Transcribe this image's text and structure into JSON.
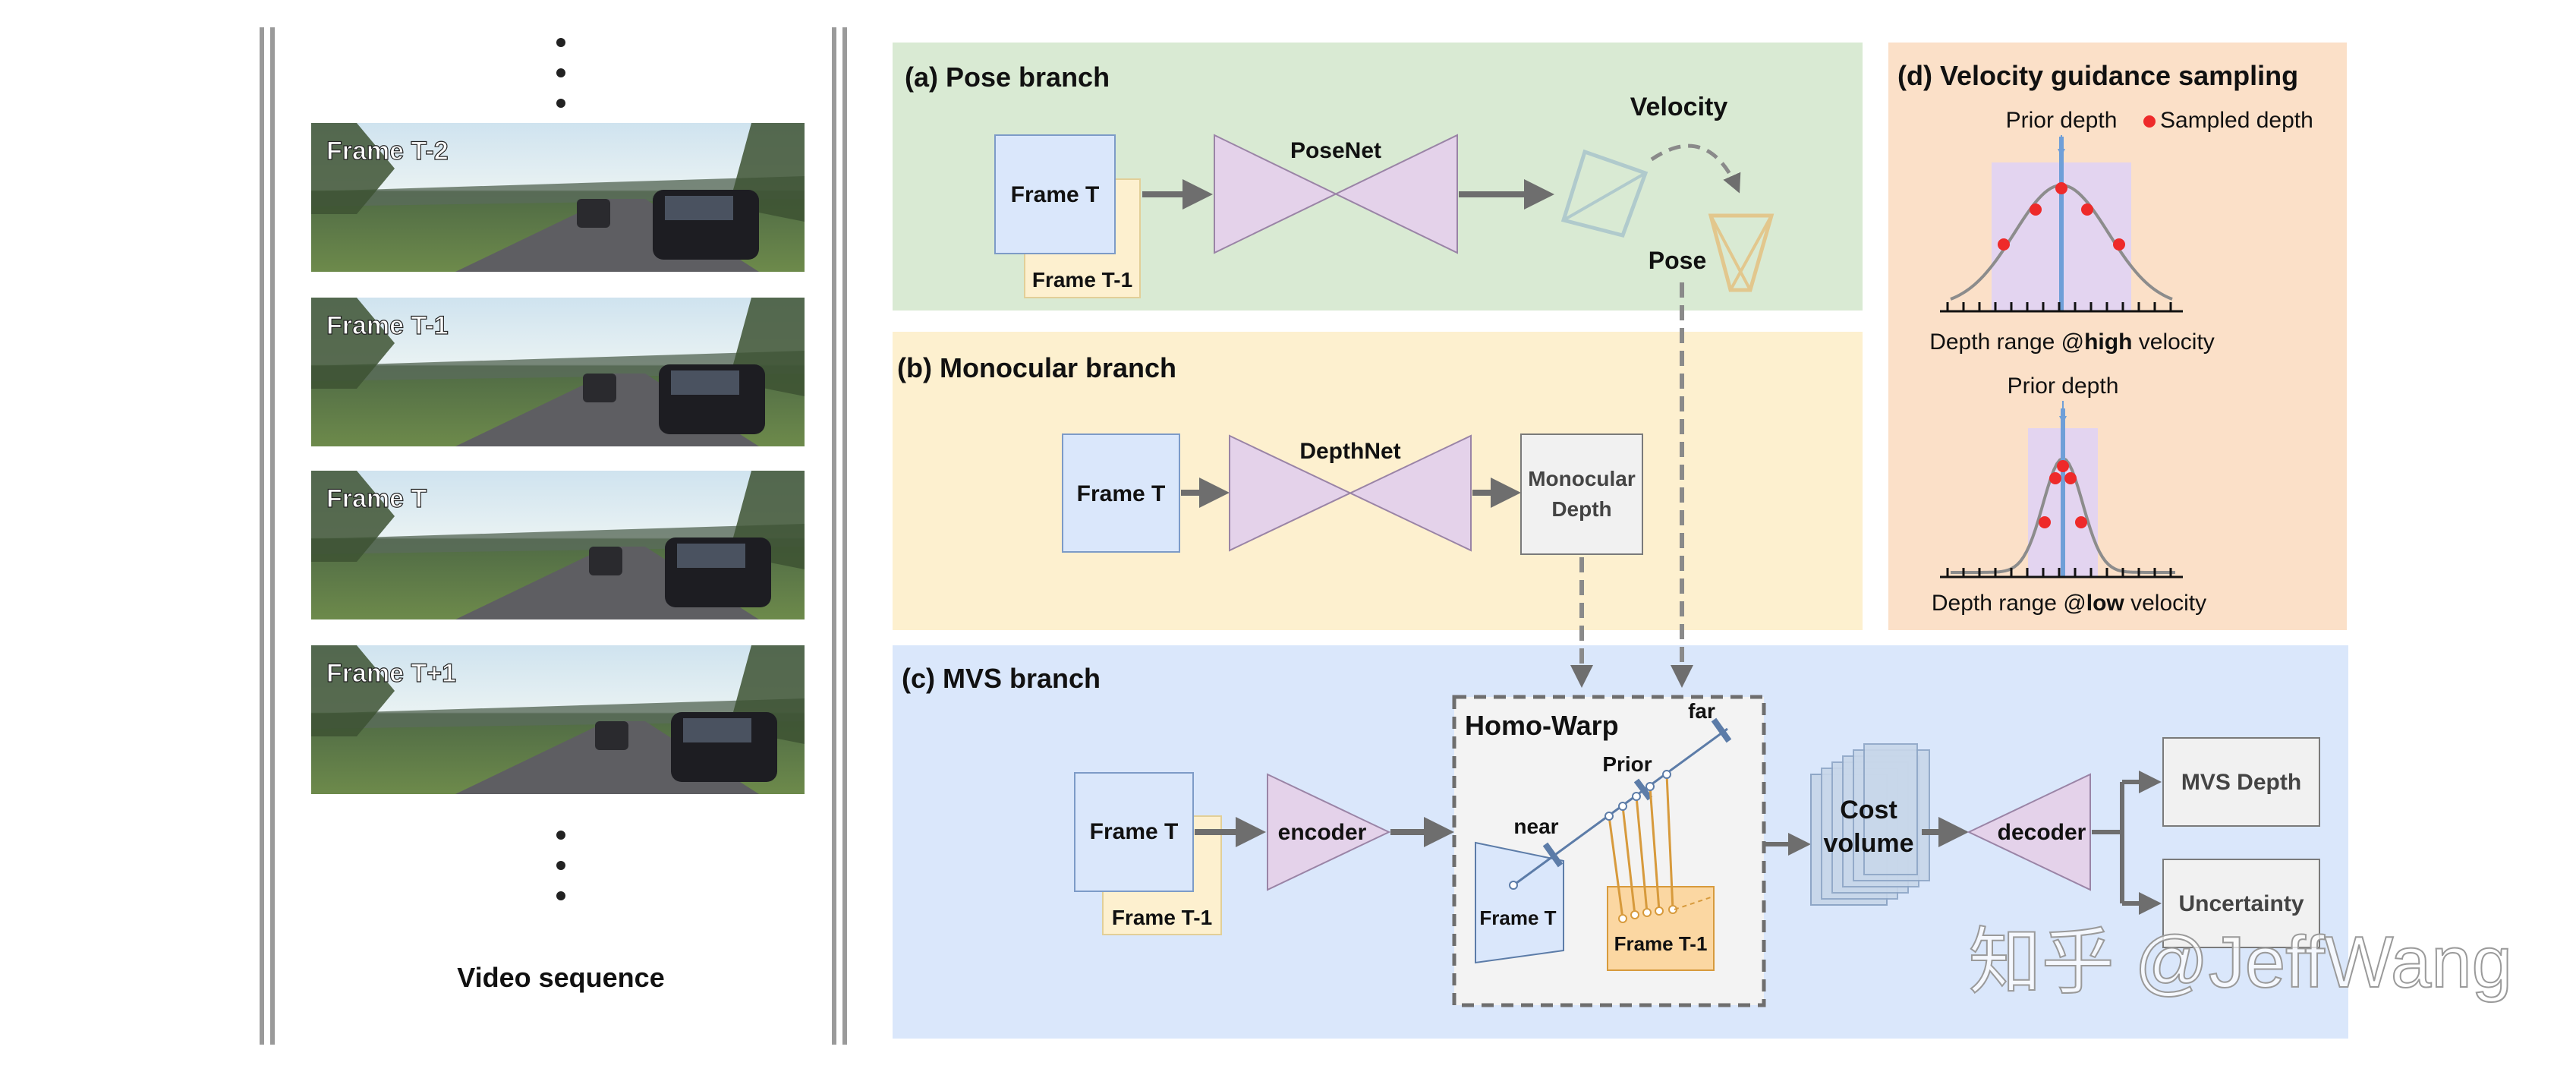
{
  "video_panel": {
    "frames": [
      {
        "label": "Frame T-2"
      },
      {
        "label": "Frame T-1"
      },
      {
        "label": "Frame T"
      },
      {
        "label": "Frame T+1"
      }
    ],
    "caption": "Video sequence"
  },
  "pose_branch": {
    "title": "(a) Pose branch",
    "frame_front": "Frame T",
    "frame_back": "Frame T-1",
    "network": "PoseNet",
    "velocity_label": "Velocity",
    "pose_label": "Pose"
  },
  "monocular_branch": {
    "title": "(b) Monocular branch",
    "frame": "Frame T",
    "network": "DepthNet",
    "output_line1": "Monocular",
    "output_line2": "Depth"
  },
  "mvs_branch": {
    "title": "(c) MVS branch",
    "frame_front": "Frame T",
    "frame_back": "Frame T-1",
    "encoder": "encoder",
    "homo_warp": {
      "title": "Homo-Warp",
      "near": "near",
      "far": "far",
      "prior": "Prior",
      "frame_ref": "Frame T",
      "frame_src": "Frame T-1"
    },
    "cost_line1": "Cost",
    "cost_line2": "volume",
    "decoder": "decoder",
    "output_depth": "MVS Depth",
    "output_uncertainty": "Uncertainty"
  },
  "velocity_sampling": {
    "title": "(d) Velocity guidance sampling",
    "prior_depth": "Prior depth",
    "legend_sampled": "Sampled depth",
    "high_caption_prefix": "Depth range @",
    "high_caption_bold": "high",
    "high_caption_suffix": " velocity",
    "low_caption_prefix": "Depth range @",
    "low_caption_bold": "low",
    "low_caption_suffix": " velocity"
  },
  "watermark": "知乎 @JeffWang",
  "colors": {
    "pose_bg": "#d9ead3",
    "mono_bg": "#fdf0cf",
    "mvs_bg": "#dae7fb",
    "velocity_bg": "#fbe0c8",
    "frame_blue": "#dae7fb",
    "frame_yellow": "#fdf0cf",
    "network_purple": "#e4d2ea",
    "arrow_gray": "#6e6e6e",
    "curve_gray": "#8c8c8c",
    "prior_blue": "#6f9fd8",
    "sample_red": "#ee2a2a",
    "range_purple": "#e3d4f0",
    "output_gray": "#f1f1f1",
    "border_dark": "#7a7a7a"
  }
}
